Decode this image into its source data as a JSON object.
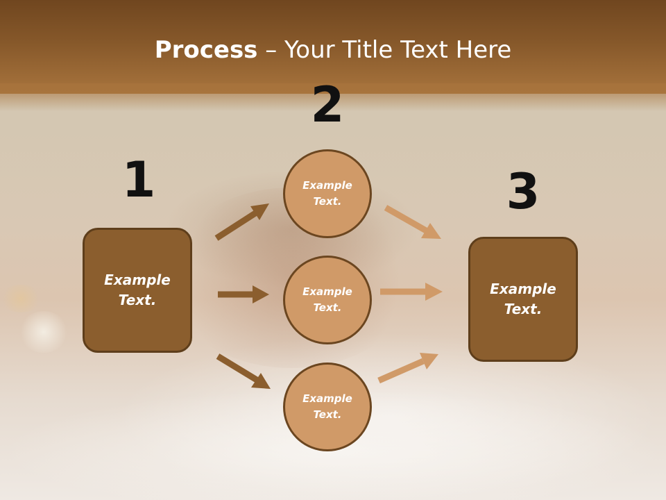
{
  "title": {
    "bold": "Process",
    "rest": " – Your Title Text Here"
  },
  "steps": [
    {
      "number": "1",
      "text": "Example\nText."
    },
    {
      "number": "2",
      "circles": [
        "Example\nText.",
        "Example\nText.",
        "Example\nText."
      ]
    },
    {
      "number": "3",
      "text": "Example\nText."
    }
  ],
  "colors": {
    "header": "#86582a",
    "box_fill": "#8b5e2e",
    "circle_fill": "#d09a68",
    "arrow_dark": "#8b5e2e",
    "arrow_light": "#d09a68"
  }
}
